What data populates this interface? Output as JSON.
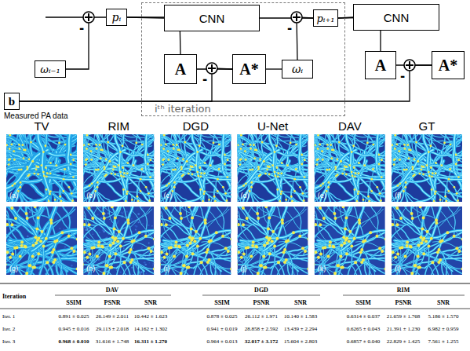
{
  "diagram": {
    "nodes": [
      {
        "text": [
          "pᵢ"
        ]
      },
      {
        "text": [
          "iᵗʰ iteration"
        ]
      },
      {
        "text": [
          "CNN"
        ],
        "in": 1
      },
      {
        "text": [
          "A"
        ],
        "in": 1
      },
      {
        "text": [
          "A*"
        ],
        "in": 1
      },
      {
        "text": [
          "ωᵢ"
        ],
        "in": 1
      },
      {
        "text": [
          "pᵢ₊₁"
        ],
        "in": 1
      },
      {
        "text": [
          "CNN"
        ]
      },
      {
        "text": [
          "A"
        ]
      },
      {
        "text": [
          "A*"
        ]
      },
      {
        "text": [
          "ωᵢ₋₁"
        ]
      },
      {
        "text": [
          "b",
          "Measured PA data"
        ]
      }
    ],
    "edges": [
      {
        "from": 10,
        "to": 0,
        "arrow": "none"
      },
      {
        "from": 0,
        "to": 2,
        "arrow": "none"
      },
      {
        "from": 0,
        "to": 3,
        "arrow": "none"
      },
      {
        "from": 3,
        "to": 4,
        "arrow": "none"
      },
      {
        "from": 11,
        "to": 4,
        "arrow": "none"
      },
      {
        "from": 4,
        "to": 5,
        "arrow": "none"
      },
      {
        "from": 5,
        "to": 6,
        "arrow": "none"
      },
      {
        "from": 2,
        "to": 6,
        "arrow": "none"
      },
      {
        "from": 6,
        "to": 7,
        "arrow": "none"
      },
      {
        "from": 6,
        "to": 8,
        "arrow": "none"
      },
      {
        "from": 8,
        "to": 9,
        "arrow": "none"
      },
      {
        "from": 11,
        "to": 9,
        "arrow": "none"
      }
    ],
    "labels": [
      "-",
      "-",
      "-",
      "-",
      "TV",
      "RIM",
      "DGD",
      "U-Net",
      "DAV",
      "GT",
      "(a)",
      "(b)",
      "(c)",
      "(d)",
      "(e)",
      "(f)",
      "(g)",
      "(h)",
      "(i)",
      "(j)",
      "(k)",
      "(l)",
      "Iteration",
      "DAV",
      "DGD",
      "RIM",
      "SSIM",
      "PSNR",
      "SNR",
      "SSIM",
      "PSNR",
      "SNR",
      "SSIM",
      "PSNR",
      "SNR",
      "Iter. 1",
      "0.891 ± 0.025",
      "26.149 ± 2.011",
      "10.442 ± 1.623",
      "0.878 ± 0.025",
      "26.112 ± 1.971",
      "10.140 ± 1.583",
      "0.6314 ± 0.037",
      "21.659 ± 1.768",
      "5.186 ± 1.570",
      "Iter. 2",
      "0.945 ± 0.016",
      "29.113 ± 2.018",
      "14.162 ± 1.302",
      "0.941 ± 0.019",
      "28.858 ± 2.592",
      "13.439 ± 2.294",
      "0.6265 ± 0.043",
      "21.391 ± 1.230",
      "6.982 ± 0.959",
      "Iter. 3",
      "0.968 ± 0.010",
      "31.616 ± 1.748",
      "16.311 ± 1.270",
      "0.964 ± 0.013",
      "32.017 ± 3.172",
      "15.604 ± 2.803",
      "0.6857 ± 0.040",
      "22.829 ± 1.425",
      "7.561 ± 1.255"
    ]
  }
}
